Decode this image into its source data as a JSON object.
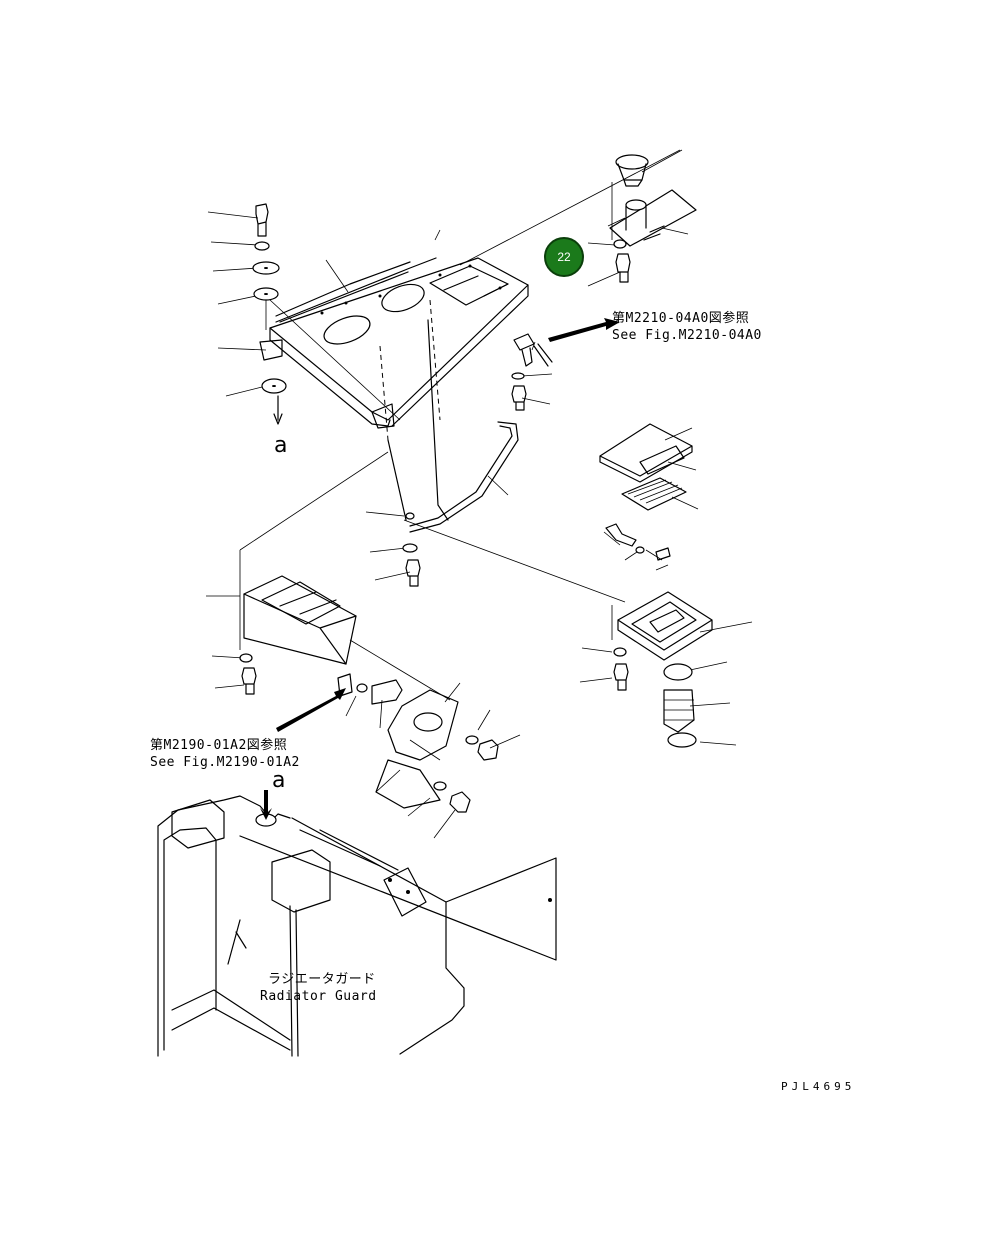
{
  "callout": {
    "number": "22"
  },
  "references": [
    {
      "jp": "第M2210-04A0図参照",
      "en": "See Fig.M2210-04A0"
    },
    {
      "jp": "第M2190-01A2図参照",
      "en": "See Fig.M2190-01A2"
    }
  ],
  "markers": {
    "a_top": "a",
    "a_bottom": "a"
  },
  "radiator": {
    "jp": "ラジエータガード",
    "en": "Radiator Guard"
  },
  "figure_id": "PJL4695"
}
